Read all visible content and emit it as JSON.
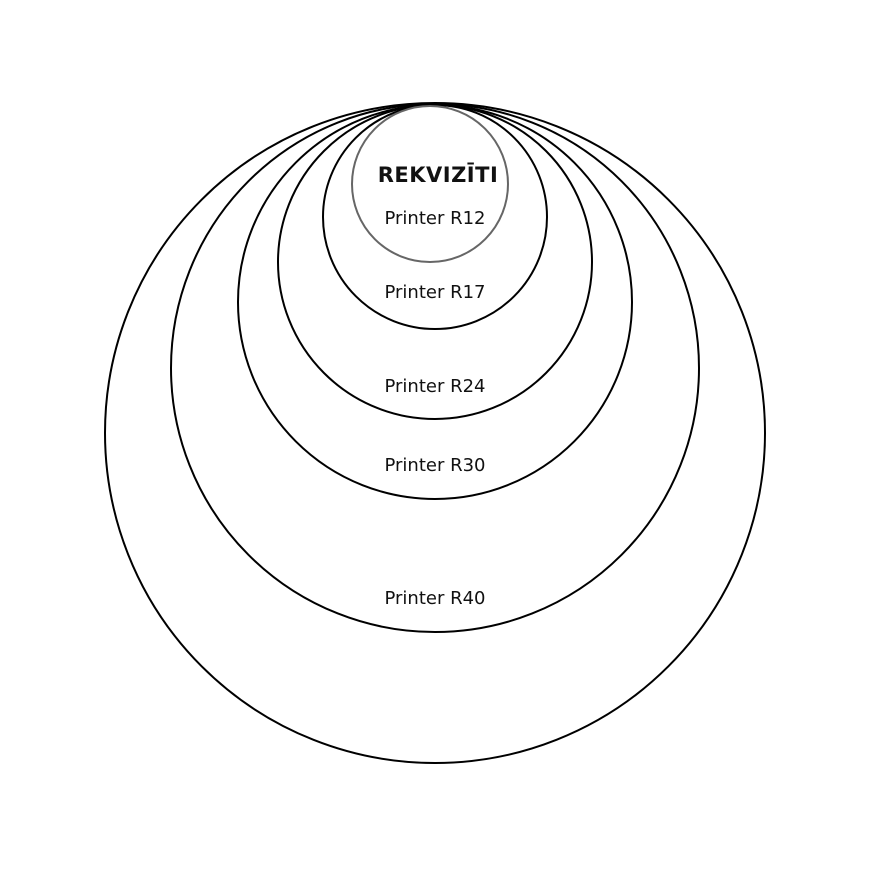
{
  "diagram": {
    "title": "REKVIZĪTI",
    "circles": [
      {
        "label": "Printer R12"
      },
      {
        "label": "Printer R17"
      },
      {
        "label": "Printer R24"
      },
      {
        "label": "Printer R30"
      },
      {
        "label": "Printer R40"
      }
    ]
  }
}
